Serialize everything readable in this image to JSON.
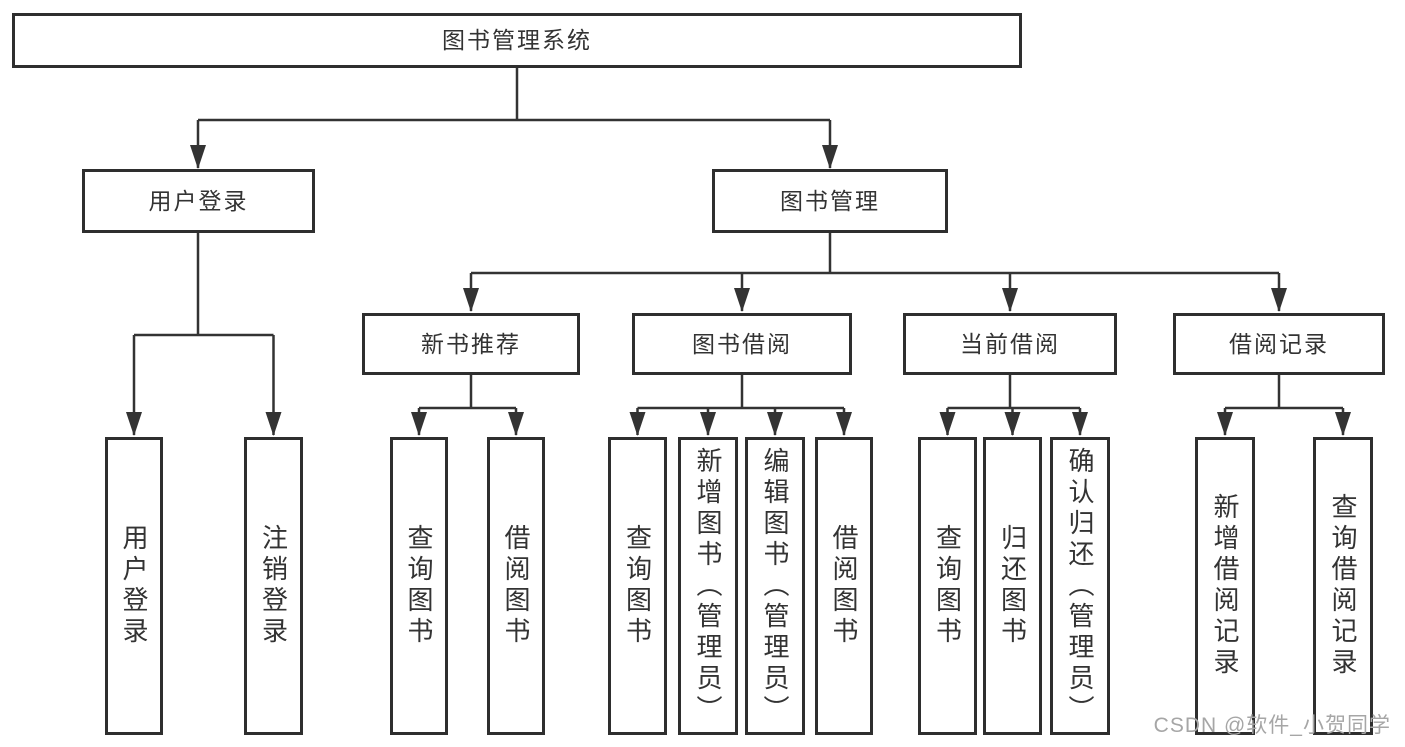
{
  "diagram": {
    "type": "hierarchy-tree",
    "root": {
      "label": "图书管理系统",
      "children": [
        {
          "label": "用户登录",
          "children": [
            {
              "label": "用户登录"
            },
            {
              "label": "注销登录"
            }
          ]
        },
        {
          "label": "图书管理",
          "children": [
            {
              "label": "新书推荐",
              "children": [
                {
                  "label": "查询图书"
                },
                {
                  "label": "借阅图书"
                }
              ]
            },
            {
              "label": "图书借阅",
              "children": [
                {
                  "label": "查询图书"
                },
                {
                  "label": "新增图书（管理员）"
                },
                {
                  "label": "编辑图书（管理员）"
                },
                {
                  "label": "借阅图书"
                }
              ]
            },
            {
              "label": "当前借阅",
              "children": [
                {
                  "label": "查询图书"
                },
                {
                  "label": "归还图书"
                },
                {
                  "label": "确认归还（管理员）"
                }
              ]
            },
            {
              "label": "借阅记录",
              "children": [
                {
                  "label": "新增借阅记录"
                },
                {
                  "label": "查询借阅记录"
                }
              ]
            }
          ]
        }
      ]
    }
  },
  "watermark": {
    "text": "CSDN @软件_小贺同学",
    "color": "#a6a6a6"
  },
  "colors": {
    "background": "#ffffff",
    "line": "#333333",
    "box_border": "#2e2e2e",
    "text": "#333333"
  }
}
